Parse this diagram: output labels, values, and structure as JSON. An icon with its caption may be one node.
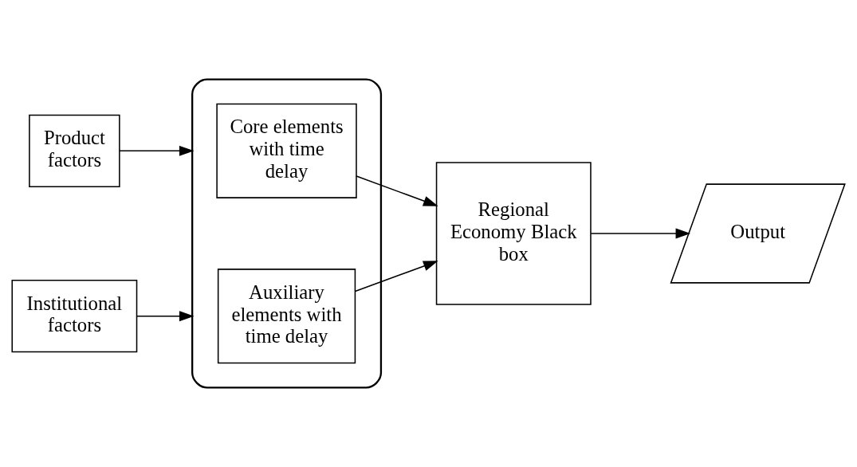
{
  "diagram": {
    "nodes": [
      {
        "text": [
          "Product factors"
        ]
      },
      {
        "text": [
          "Institutional factors"
        ]
      },
      {
        "text": [],
        "shape": "box"
      },
      {
        "text": [
          "Core elements with time delay"
        ],
        "in": 2
      },
      {
        "text": [
          "Auxiliary elements with time delay"
        ],
        "in": 2
      },
      {
        "text": [
          "Regional Economy Black box"
        ]
      },
      {
        "text": [
          "Output"
        ]
      }
    ],
    "edges": [
      {
        "from": 0,
        "to": 2,
        "arrow": "to"
      },
      {
        "from": 1,
        "to": 2,
        "arrow": "to"
      },
      {
        "from": 3,
        "to": 5,
        "arrow": "to"
      },
      {
        "from": 4,
        "to": 5,
        "arrow": "to"
      },
      {
        "from": 5,
        "to": 6,
        "arrow": "to"
      }
    ]
  }
}
